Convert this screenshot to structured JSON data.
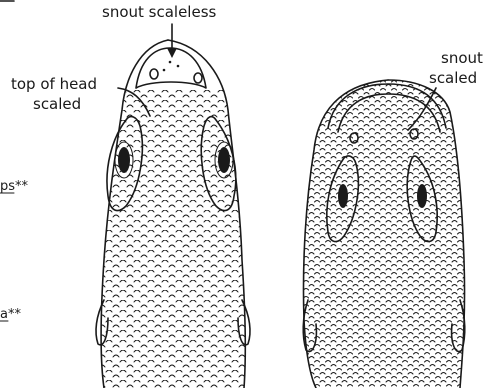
{
  "labels": {
    "snout_scaleless": "snout scaleless",
    "top_of_head_line1": "top of head",
    "top_of_head_line2": "scaled",
    "snout_scaled_line1": "snout",
    "snout_scaled_line2": "scaled"
  },
  "margin_fragments": {
    "upper": "ps**",
    "lower": "a**"
  },
  "colors": {
    "ink": "#1a1a1a",
    "background": "#ffffff"
  }
}
